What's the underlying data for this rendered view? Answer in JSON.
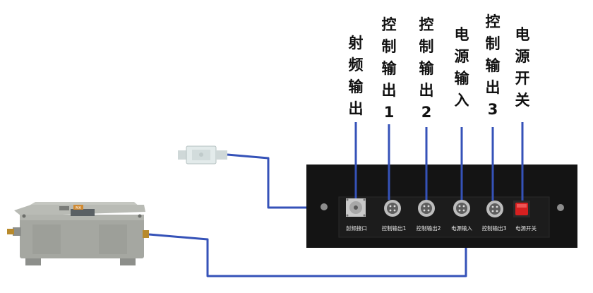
{
  "colors": {
    "cable": "#3552b8",
    "panel": "#141414",
    "enclosure": "#a7a9a3",
    "switch": "#d62020",
    "label": "#111111"
  },
  "callouts": [
    {
      "id": "rf-out",
      "text": "射\n频\n输\n出"
    },
    {
      "id": "ctrl-out-1",
      "text": "控\n制\n输\n出\n1"
    },
    {
      "id": "ctrl-out-2",
      "text": "控\n制\n输\n出\n2"
    },
    {
      "id": "power-in",
      "text": "电\n源\n输\n入"
    },
    {
      "id": "ctrl-out-3",
      "text": "控\n制\n输\n出\n3"
    },
    {
      "id": "power-switch",
      "text": "电\n源\n开\n关"
    }
  ],
  "panel_labels": [
    {
      "id": "rf-port",
      "text": "射频接口"
    },
    {
      "id": "ctrl-1",
      "text": "控制输出1"
    },
    {
      "id": "ctrl-2",
      "text": "控制输出2"
    },
    {
      "id": "power-input",
      "text": "电源输入"
    },
    {
      "id": "ctrl-3",
      "text": "控制输出3"
    },
    {
      "id": "power-sw",
      "text": "电源开关"
    }
  ],
  "enclosure": {
    "nameplate": "MA"
  }
}
